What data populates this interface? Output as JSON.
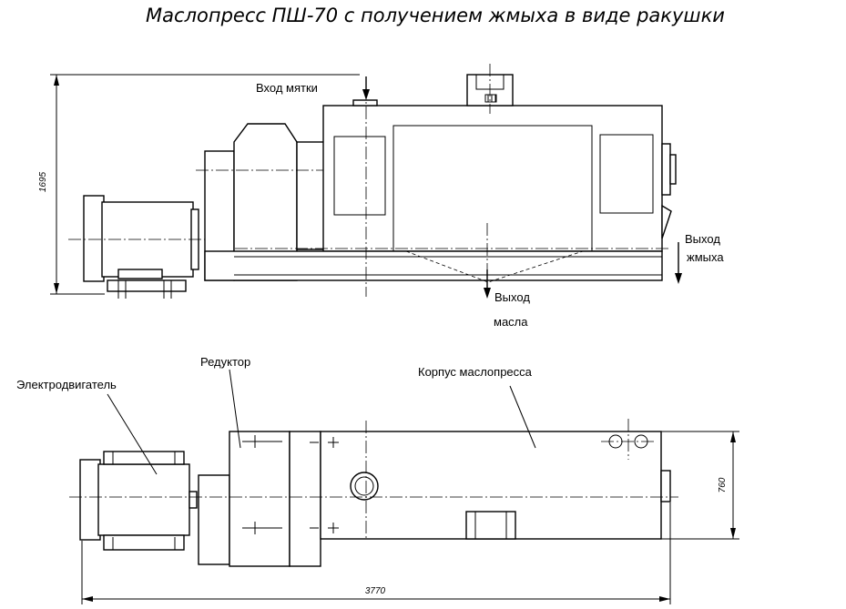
{
  "title": "Маслопресс ПШ-70 с получением жмыха в виде ракушки",
  "side_view": {
    "label_input": "Вход мятки",
    "label_cake_1": "Выход",
    "label_cake_2": "жмыха",
    "label_oil_1": "Выход",
    "label_oil_2": "масла",
    "dim_height": "1695"
  },
  "top_view": {
    "label_motor": "Электродвигатель",
    "label_reducer": "Редуктор",
    "label_body": "Корпус маслопресса",
    "dim_width": "760",
    "dim_length": "3770"
  }
}
